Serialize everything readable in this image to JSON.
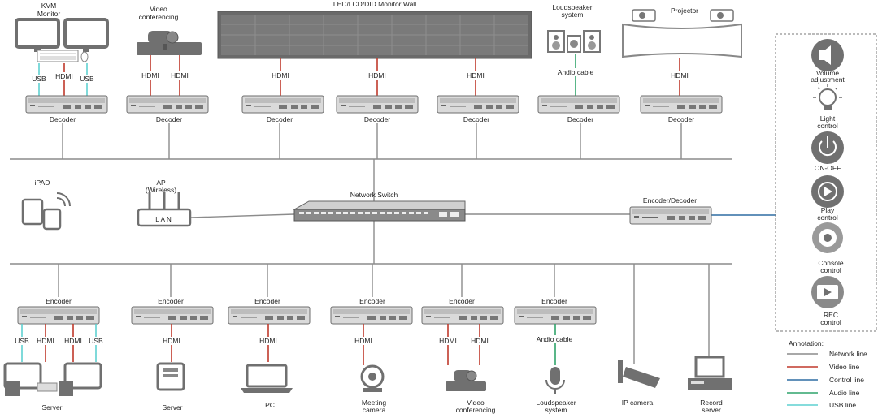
{
  "colors": {
    "network_line": "#8c8c8c",
    "video_line": "#c0392b",
    "control_line": "#2e6da4",
    "audio_line": "#2fa36b",
    "usb_line": "#5fd0d0",
    "device_gray": "#707070",
    "device_light": "#dadada"
  },
  "top": {
    "kvm_title": [
      "KVM",
      "Monitor"
    ],
    "vc_title": [
      "Video",
      "conferencing"
    ],
    "wall_title": "LED/LCD/DID Monitor Wall",
    "speaker_title": [
      "Loudspeaker",
      "system"
    ],
    "projector_title": "Projector",
    "audio_cable": "Andio cable",
    "decoder_label": "Decoder",
    "usb": "USB",
    "hdmi": "HDMI"
  },
  "middle": {
    "ipad": "iPAD",
    "ap": [
      "AP",
      "(Wireless)"
    ],
    "lan": "LAN",
    "switch": "Network Switch",
    "encdec": "Encoder/Decoder"
  },
  "bottom": {
    "encoder_label": "Encoder",
    "usb": "USB",
    "hdmi": "HDMI",
    "audio_cable": "Andio cable",
    "server1": "Server",
    "server2": "Server",
    "pc": "PC",
    "meeting_camera": [
      "Meeting",
      "camera"
    ],
    "vc": [
      "Video",
      "conferencing"
    ],
    "speaker": [
      "Loudspeaker",
      "system"
    ],
    "ipcam": "IP camera",
    "record": [
      "Record",
      "server"
    ]
  },
  "controls": {
    "volume": [
      "Volume",
      "adjustment"
    ],
    "light": [
      "Light",
      "control"
    ],
    "onoff": "ON-OFF",
    "play": [
      "Play",
      "control"
    ],
    "console": [
      "Console",
      "control"
    ],
    "rec": [
      "REC",
      "control"
    ]
  },
  "legend": {
    "title": "Annotation:",
    "network": "Network line",
    "video": "Video line",
    "control": "Control line",
    "audio": "Audio line",
    "usb": "USB line"
  }
}
